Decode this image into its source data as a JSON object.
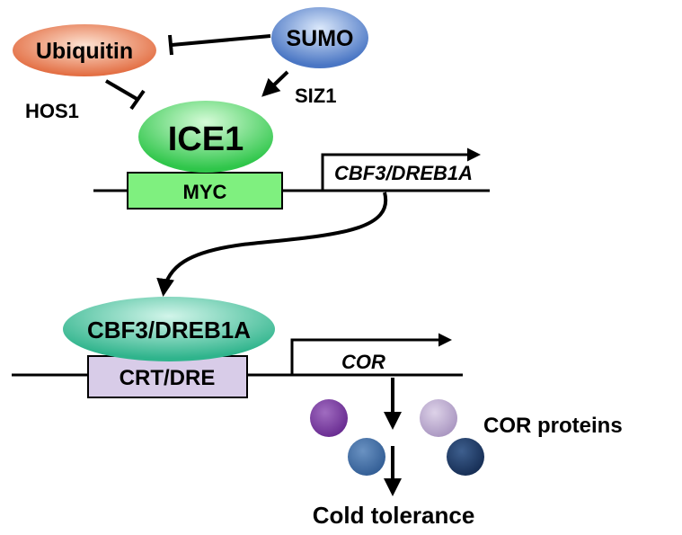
{
  "nodes": {
    "ubiquitin": {
      "label": "Ubiquitin"
    },
    "sumo": {
      "label": "SUMO"
    },
    "ice1": {
      "label": "ICE1"
    },
    "myc": {
      "label": "MYC"
    },
    "cbf3_protein": {
      "label": "CBF3/DREB1A"
    },
    "crt_dre": {
      "label": "CRT/DRE"
    }
  },
  "labels": {
    "hos1": "HOS1",
    "siz1": "SIZ1",
    "cbf3_gene": "CBF3/DREB1A",
    "cor_gene": "COR",
    "cor_proteins": "COR proteins",
    "cold_tolerance": "Cold tolerance"
  },
  "colors": {
    "ubiquitin": "#e8805a",
    "sumo": "#5b86cc",
    "ice1": "#3fcf5a",
    "myc_box": "#7ff07f",
    "cbf3_protein": "#3fbf9a",
    "crt_dre_box": "#d8cce8",
    "protein_1": "#7b3fa0",
    "protein_2": "#b8a6cc",
    "protein_3": "#3e6aa0",
    "protein_4": "#1e3f6e"
  }
}
